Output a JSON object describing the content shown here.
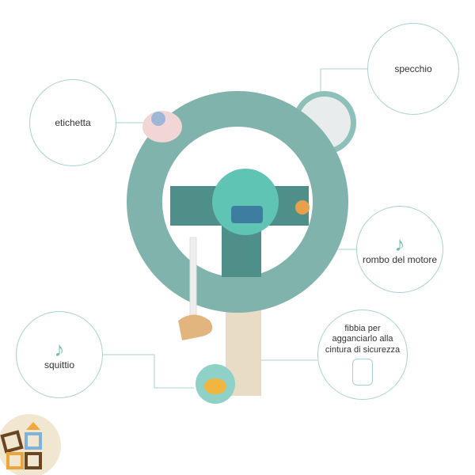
{
  "callouts": {
    "label": "etichetta",
    "mirror": "specchio",
    "engine": "rombo del motore",
    "squeak": "squittio",
    "buckle": "fibbia per agganciarlo alla cintura di sicurezza"
  },
  "icons": {
    "note": "♪"
  },
  "colors": {
    "circle_border": "#a9d2cc",
    "wheel": "#7fb3ac",
    "accent": "#6bbfad"
  }
}
